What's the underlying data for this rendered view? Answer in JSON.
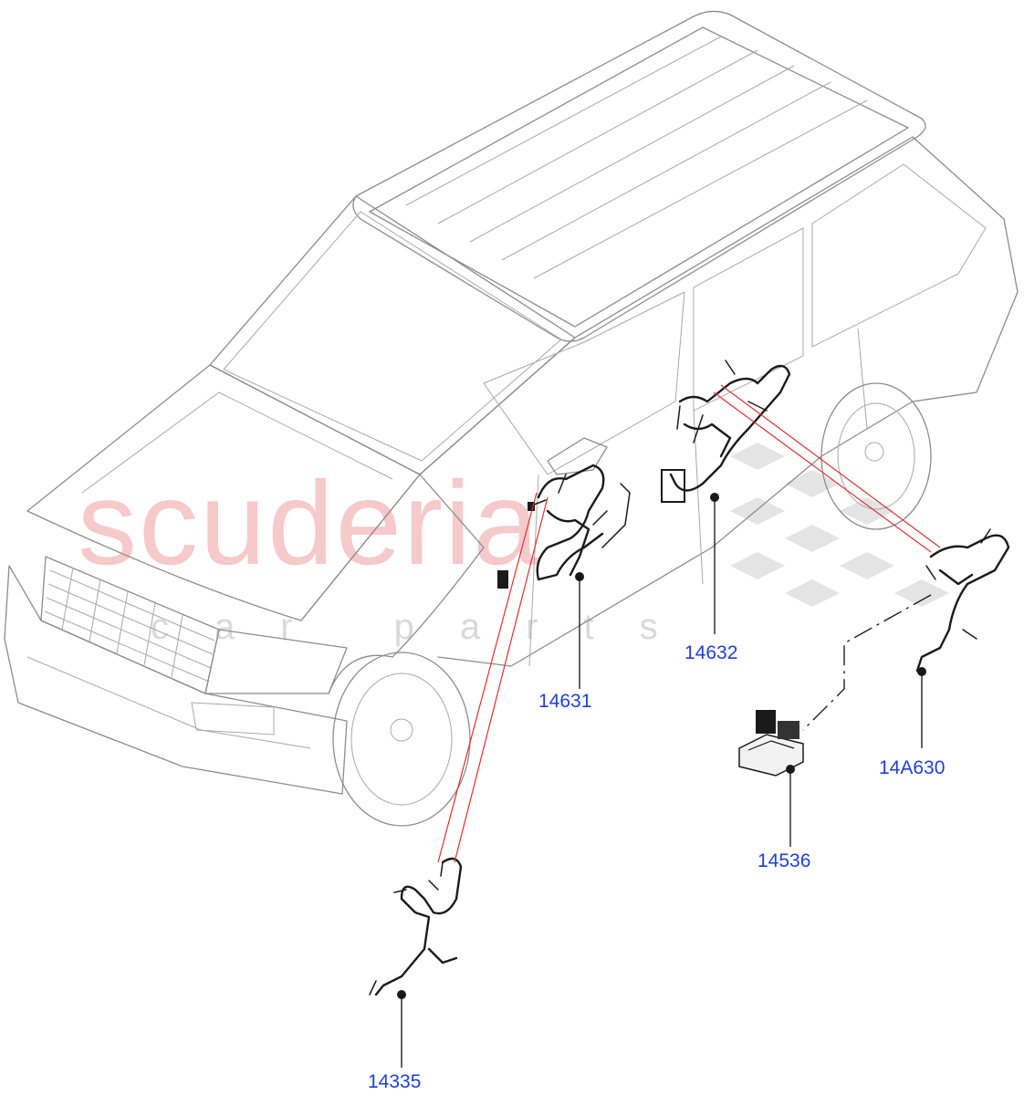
{
  "watermark": {
    "brand": "scuderia",
    "tagline": "car parts"
  },
  "callouts": {
    "part_14631": "14631",
    "part_14632": "14632",
    "part_14A630": "14A630",
    "part_14536": "14536",
    "part_14335": "14335"
  },
  "colors": {
    "callout_text": "#1f3fd6",
    "reference_line": "#e03030",
    "watermark": "#f6c9cb"
  }
}
